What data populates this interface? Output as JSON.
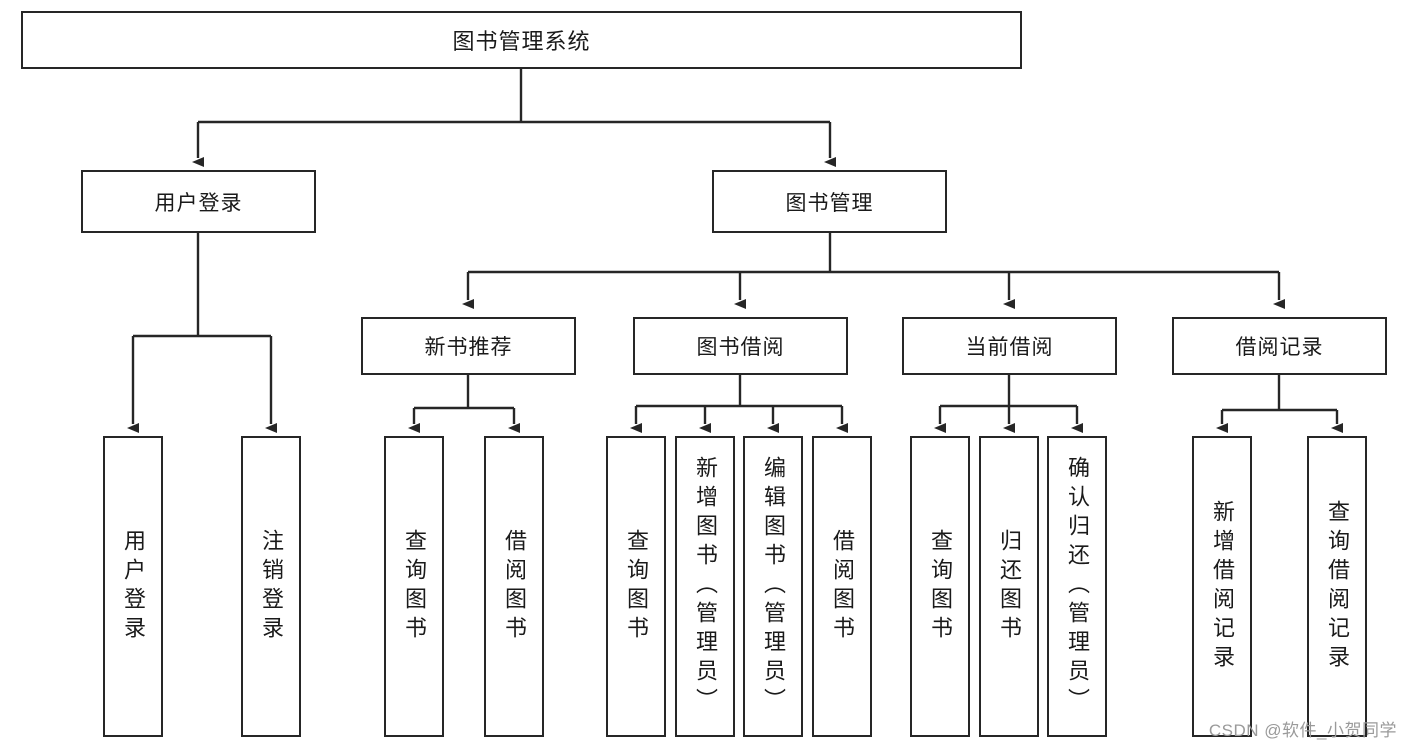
{
  "diagram": {
    "title": "图书管理系统",
    "type": "tree-hierarchy",
    "watermark": "CSDN @软件_小贺同学",
    "colors": {
      "background": "#ffffff",
      "node_fill": "#ffffff",
      "node_border": "#262626",
      "edge": "#262626",
      "text": "#1a1a1a",
      "watermark": "#9a9a9a"
    }
  },
  "nodes": {
    "root": {
      "label": "图书管理系统"
    },
    "level1": [
      {
        "id": "user-login",
        "label": "用户登录"
      },
      {
        "id": "book-manage",
        "label": "图书管理"
      }
    ],
    "level2": [
      {
        "id": "new-book-recommend",
        "label": "新书推荐"
      },
      {
        "id": "book-borrow",
        "label": "图书借阅"
      },
      {
        "id": "current-borrow",
        "label": "当前借阅"
      },
      {
        "id": "borrow-record",
        "label": "借阅记录"
      }
    ],
    "leaves": {
      "user_login": [
        {
          "id": "leaf-user-login",
          "label": "用户登录"
        },
        {
          "id": "leaf-user-logout",
          "label": "注销登录"
        }
      ],
      "new_book_recommend": [
        {
          "id": "leaf-query-book-1",
          "label": "查询图书"
        },
        {
          "id": "leaf-borrow-book-1",
          "label": "借阅图书"
        }
      ],
      "book_borrow": [
        {
          "id": "leaf-query-book-2",
          "label": "查询图书"
        },
        {
          "id": "leaf-add-book",
          "label": "新增图书（管理员）"
        },
        {
          "id": "leaf-edit-book",
          "label": "编辑图书（管理员）"
        },
        {
          "id": "leaf-borrow-book-2",
          "label": "借阅图书"
        }
      ],
      "current_borrow": [
        {
          "id": "leaf-query-book-3",
          "label": "查询图书"
        },
        {
          "id": "leaf-return-book",
          "label": "归还图书"
        },
        {
          "id": "leaf-confirm-return",
          "label": "确认归还（管理员）"
        }
      ],
      "borrow_record": [
        {
          "id": "leaf-add-record",
          "label": "新增借阅记录"
        },
        {
          "id": "leaf-query-record",
          "label": "查询借阅记录"
        }
      ]
    }
  }
}
